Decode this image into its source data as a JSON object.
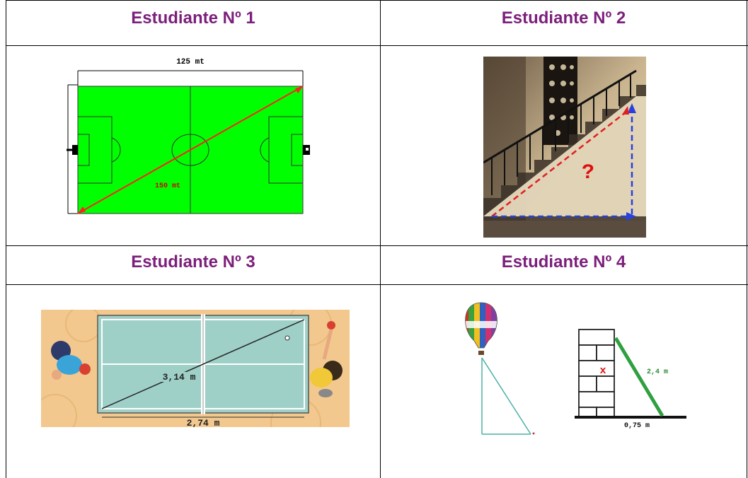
{
  "headers": {
    "student1": "Estudiante Nº 1",
    "student2": "Estudiante Nº 2",
    "student3": "Estudiante Nº 3",
    "student4": "Estudiante Nº 4"
  },
  "figures": {
    "field": {
      "width_label": "125 mt",
      "diagonal_label": "150 mt"
    },
    "stairs": {
      "question_mark": "?"
    },
    "pingpong": {
      "diagonal_label": "3,14 m",
      "width_label": "2,74 m"
    },
    "ladder": {
      "ladder_label": "2,4 m",
      "base_label": "0,75 m",
      "unknown_label": "x"
    }
  },
  "colors": {
    "header_text": "#7b1f7b",
    "field_green": "#00ff00",
    "diagonal_red": "#ff0000",
    "stairs_blue": "#2a3fe0",
    "table_teal": "#9fd0c8",
    "table_bg": "#f2c88e"
  }
}
